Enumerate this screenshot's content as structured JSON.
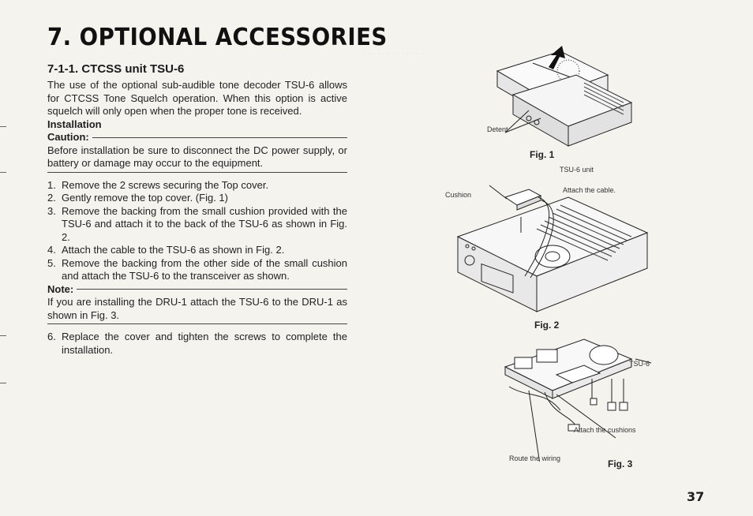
{
  "chapter": {
    "title": "7. OPTIONAL ACCESSORIES"
  },
  "section": {
    "title": "7-1-1. CTCSS unit TSU-6",
    "intro": "The use of the optional sub-audible tone decoder TSU-6 allows for CTCSS Tone Squelch operation. When this option is active squelch will only open when the proper tone is received."
  },
  "installation": {
    "heading": "Installation",
    "caution_label": "Caution:",
    "caution_text": "Before installation be sure to disconnect the DC power supply, or battery or damage may occur to the equipment."
  },
  "steps": [
    {
      "num": "1.",
      "text": "Remove the 2 screws securing the Top cover."
    },
    {
      "num": "2.",
      "text": "Gently remove the top cover. (Fig. 1)"
    },
    {
      "num": "3.",
      "text": "Remove the backing from the small cushion provided with the TSU-6 and attach it to the back of the TSU-6 as shown in Fig. 2."
    },
    {
      "num": "4.",
      "text": "Attach the cable to the TSU-6 as shown in Fig. 2."
    },
    {
      "num": "5.",
      "text": "Remove the backing from the other side of the small cushion and attach the TSU-6 to the transceiver as shown."
    }
  ],
  "note": {
    "label": "Note:",
    "text": "If you are installing the DRU-1 attach the TSU-6 to the DRU-1 as shown in Fig. 3."
  },
  "step6": {
    "num": "6.",
    "text": "Replace the cover and tighten the screws to complete the installation."
  },
  "figures": {
    "fig1": {
      "label": "Fig. 1",
      "detent": "Detent"
    },
    "fig2": {
      "label": "Fig. 2",
      "tsu6_unit": "TSU-6 unit",
      "attach_cable": "Attach the cable.",
      "cushion": "Cushion"
    },
    "fig3": {
      "label": "Fig. 3",
      "tsu6": "TSU-6",
      "attach_cushions": "Attach the cushions",
      "route_wiring": "Route the wiring"
    }
  },
  "page_number": "37"
}
